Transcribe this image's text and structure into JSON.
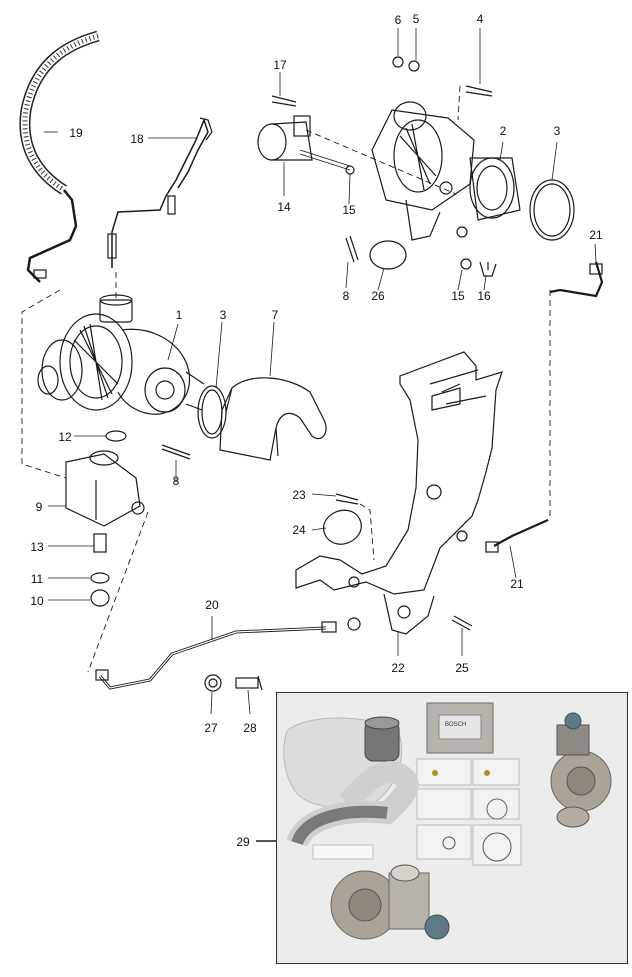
{
  "callouts": {
    "c1": "1",
    "c2": "2",
    "c3a": "3",
    "c3b": "3",
    "c4": "4",
    "c5": "5",
    "c6": "6",
    "c7": "7",
    "c8a": "8",
    "c8b": "8",
    "c9": "9",
    "c10": "10",
    "c11": "11",
    "c12": "12",
    "c13": "13",
    "c14": "14",
    "c15a": "15",
    "c15b": "15",
    "c16": "16",
    "c17": "17",
    "c18": "18",
    "c19": "19",
    "c20": "20",
    "c21a": "21",
    "c21b": "21",
    "c22": "22",
    "c23": "23",
    "c24": "24",
    "c25": "25",
    "c26": "26",
    "c27": "27",
    "c28": "28",
    "c29": "29"
  },
  "photo": {
    "ecu_label": "BOSCH"
  },
  "colors": {
    "line": "#1a1a1a",
    "panel_bg": "#e9e9e9",
    "metal": "#a9a39a"
  }
}
